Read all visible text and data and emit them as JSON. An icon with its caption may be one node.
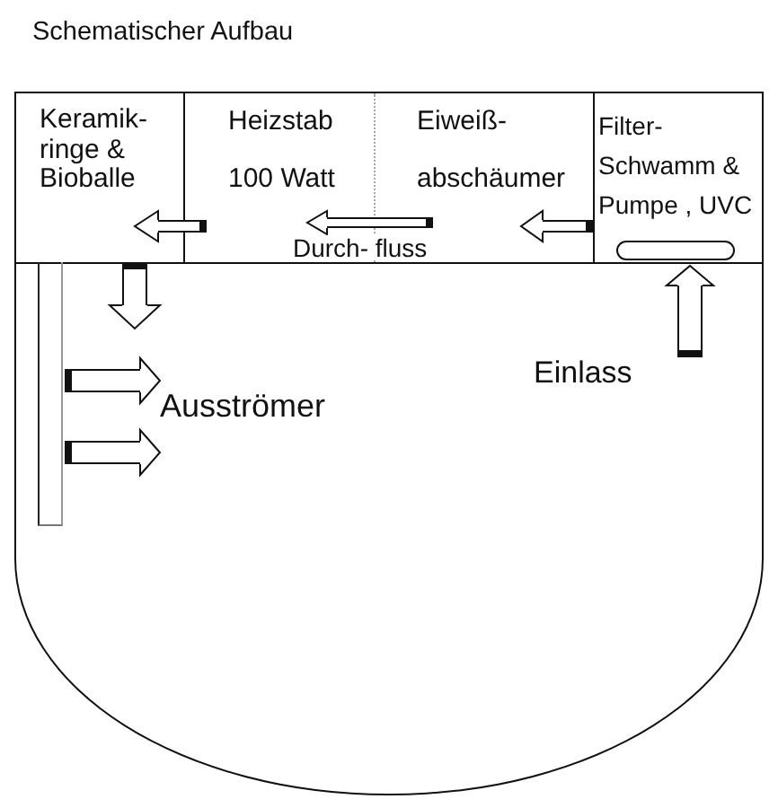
{
  "diagram": {
    "title": "Schematischer Aufbau",
    "nodes": [
      {
        "text": [
          "Keramik- ringe & Bioballe"
        ]
      },
      {
        "text": [],
        "shape": "box"
      },
      {
        "text": [
          "Heizstab 100 Watt"
        ],
        "in": 1
      },
      {
        "text": [
          "Eiweiß- abschäumer"
        ],
        "in": 1
      },
      {
        "text": [
          "Filter- Schwamm & Pumpe , UVC"
        ]
      },
      {
        "text": [],
        "shape": "basin"
      },
      {
        "text": [],
        "shape": "bar",
        "in": 5
      },
      {
        "text": [
          "Ausströmer"
        ],
        "in": 5
      }
    ],
    "edges": [
      {
        "from": null,
        "to": 4,
        "arrow": "to",
        "label": "Einlass"
      },
      {
        "from": 4,
        "to": 3,
        "arrow": "to"
      },
      {
        "from": 3,
        "to": 2,
        "arrow": "to",
        "label": "Durch- fluss"
      },
      {
        "from": 2,
        "to": 0,
        "arrow": "to"
      },
      {
        "from": 0,
        "to": 5,
        "arrow": "to"
      },
      {
        "from": 6,
        "to": 7,
        "arrow": "to"
      },
      {
        "from": 6,
        "to": 7,
        "arrow": "to"
      }
    ]
  }
}
